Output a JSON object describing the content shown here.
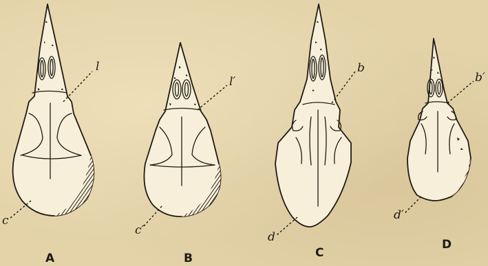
{
  "figure": {
    "panels": [
      {
        "id": "A",
        "label": "A",
        "top_callout": "l",
        "bottom_callout": "c"
      },
      {
        "id": "B",
        "label": "B",
        "top_callout": "l′",
        "bottom_callout": "c′"
      },
      {
        "id": "C",
        "label": "C",
        "top_callout": "b",
        "bottom_callout": "d"
      },
      {
        "id": "D",
        "label": "D",
        "top_callout": "b′",
        "bottom_callout": "d′"
      }
    ]
  }
}
